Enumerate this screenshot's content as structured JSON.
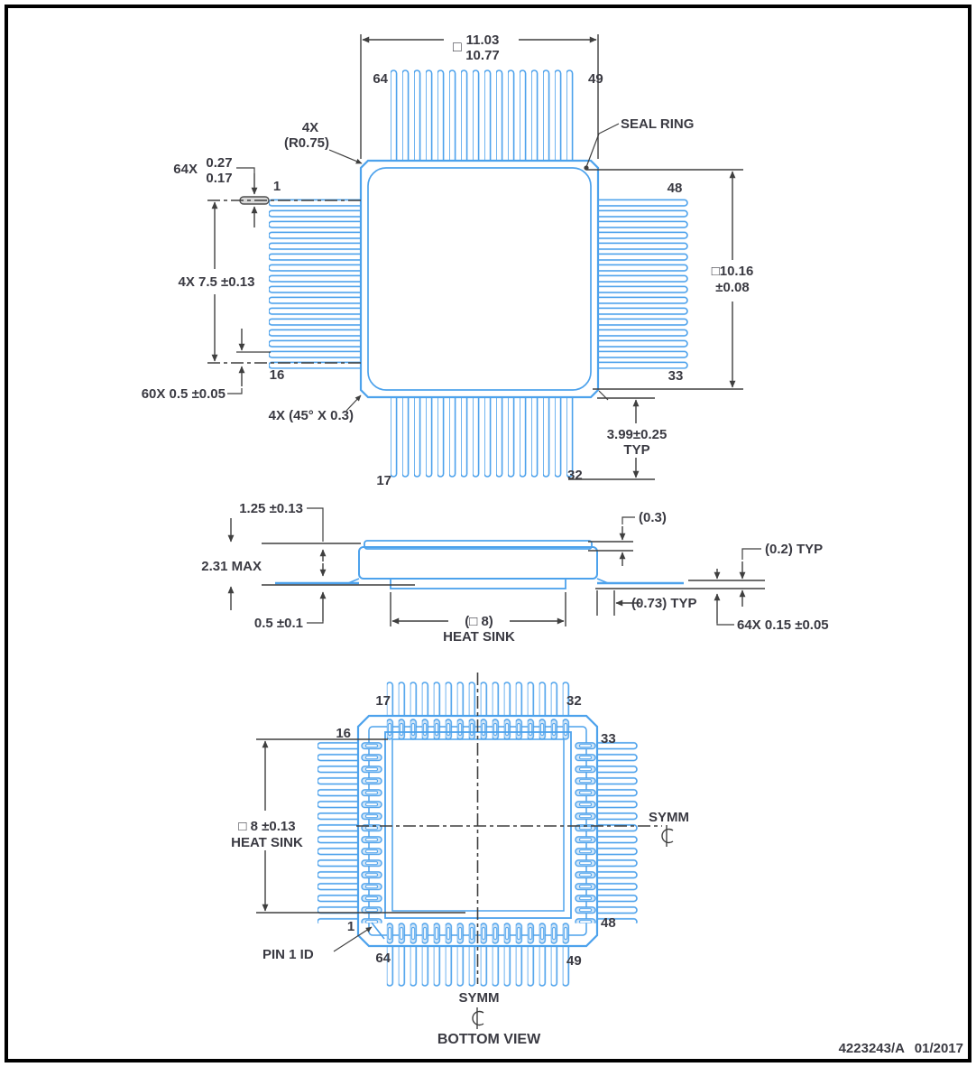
{
  "document": {
    "type": "package-mechanical-drawing",
    "footer": {
      "doc_number": "4223243/A",
      "date": "01/2017"
    }
  },
  "colors": {
    "pin_blue": "#4da2ec",
    "pin_fill_light": "#cfe5f8",
    "line_dark": "#3f3f3f",
    "text_dark": "#3a3a42",
    "frame_black": "#000000"
  },
  "top_view": {
    "square_symbol": "□",
    "dim_width_max": "11.03",
    "dim_width_min": "10.77",
    "pin_64": "64",
    "pin_49": "49",
    "pin_1": "1",
    "pin_16": "16",
    "pin_48": "48",
    "pin_33": "33",
    "pin_17": "17",
    "pin_32": "32",
    "seal_ring": "SEAL RING",
    "corner_qty": "4X",
    "corner_radius": "(R0.75)",
    "lead_width_qty": "64X",
    "lead_width_max": "0.27",
    "lead_width_min": "0.17",
    "lead_span": "4X 7.5 ±0.13",
    "lead_pitch": "60X 0.5 ±0.05",
    "corner_chamfer": "4X (45° X 0.3)",
    "body_dim": "□10.16",
    "body_tol": "±0.08",
    "lead_length": "3.99±0.25",
    "lead_length_typ": "TYP"
  },
  "side_view": {
    "body_thickness": "1.25 ±0.13",
    "overall_height": "2.31 MAX",
    "standoff": "0.5 ±0.1",
    "heatsink_dim": "(□ 8)",
    "heatsink_label": "HEAT SINK",
    "top_gap": "(0.3)",
    "lead_thickness": "(0.2) TYP",
    "foot_length": "(0.73) TYP",
    "lead_thickness_64": "64X 0.15 ±0.05"
  },
  "bottom_view": {
    "pin_17": "17",
    "pin_32": "32",
    "pin_16": "16",
    "pin_33": "33",
    "pin_1": "1",
    "pin_48": "48",
    "pin_64": "64",
    "pin_49": "49",
    "heatsink_dim": "□ 8 ±0.13",
    "heatsink_label": "HEAT SINK",
    "pin1_id": "PIN 1 ID",
    "symm_right": "SYMM",
    "symm_bottom": "SYMM",
    "view_label": "BOTTOM VIEW"
  }
}
